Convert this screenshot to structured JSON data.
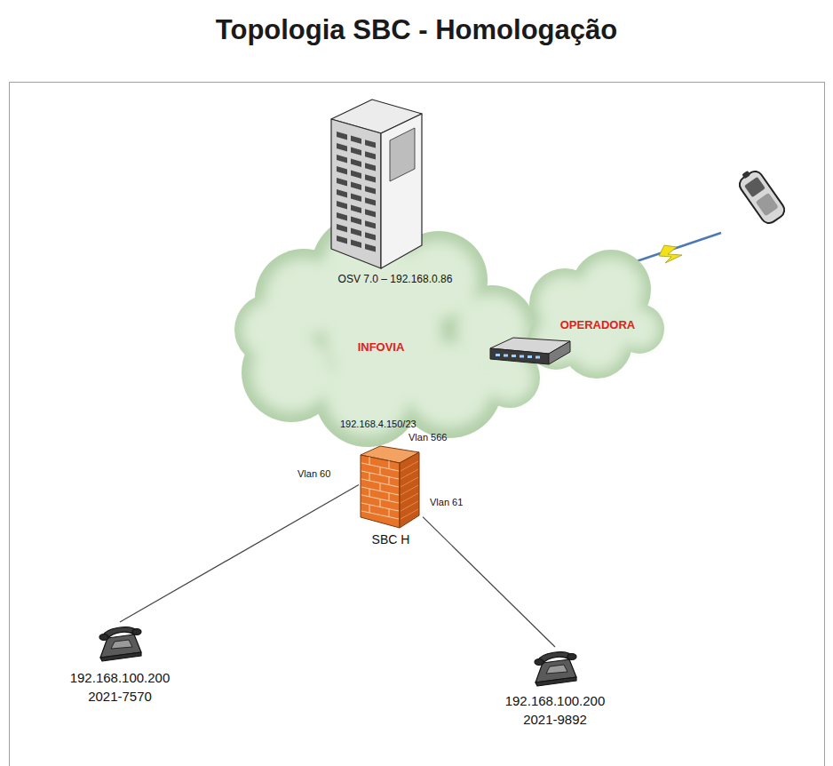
{
  "diagram": {
    "title": "Topologia SBC - Homologação",
    "nodes": [
      {
        "text": [
          "OSV 7.0 – 192.168.0.86"
        ]
      },
      {
        "text": [
          "INFOVIA"
        ]
      },
      {
        "text": [
          "OPERADORA"
        ]
      },
      {
        "text": [
          "SBC H"
        ]
      },
      {
        "text": [
          "192.168.100.200",
          "2021-7570"
        ]
      },
      {
        "text": [
          "192.168.100.200",
          "2021-9892"
        ]
      }
    ],
    "edges": [
      {
        "from": 3,
        "to": 4,
        "arrow": "none"
      },
      {
        "from": 3,
        "to": 5,
        "arrow": "none"
      }
    ],
    "labels": [
      "192.168.4.150/23",
      "Vlan 566",
      "Vlan 60",
      "Vlan 61"
    ]
  }
}
